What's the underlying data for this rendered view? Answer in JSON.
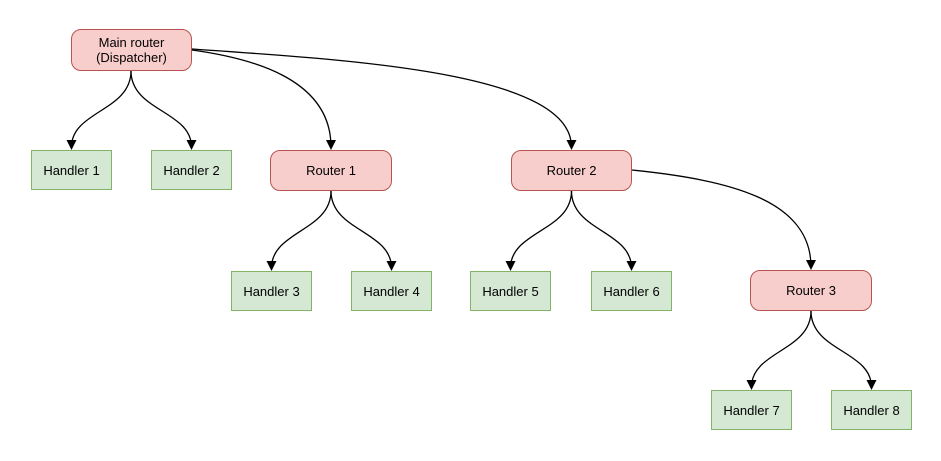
{
  "diagram": {
    "nodes": {
      "main_router": {
        "label": "Main router\n(Dispatcher)",
        "kind": "router"
      },
      "handler1": {
        "label": "Handler 1",
        "kind": "handler"
      },
      "handler2": {
        "label": "Handler 2",
        "kind": "handler"
      },
      "router1": {
        "label": "Router 1",
        "kind": "router"
      },
      "router2": {
        "label": "Router 2",
        "kind": "router"
      },
      "handler3": {
        "label": "Handler 3",
        "kind": "handler"
      },
      "handler4": {
        "label": "Handler 4",
        "kind": "handler"
      },
      "handler5": {
        "label": "Handler 5",
        "kind": "handler"
      },
      "handler6": {
        "label": "Handler 6",
        "kind": "handler"
      },
      "router3": {
        "label": "Router 3",
        "kind": "router"
      },
      "handler7": {
        "label": "Handler 7",
        "kind": "handler"
      },
      "handler8": {
        "label": "Handler 8",
        "kind": "handler"
      }
    },
    "edges": [
      {
        "from": "main_router",
        "to": "handler1"
      },
      {
        "from": "main_router",
        "to": "handler2"
      },
      {
        "from": "main_router",
        "to": "router1"
      },
      {
        "from": "main_router",
        "to": "router2"
      },
      {
        "from": "router1",
        "to": "handler3"
      },
      {
        "from": "router1",
        "to": "handler4"
      },
      {
        "from": "router2",
        "to": "handler5"
      },
      {
        "from": "router2",
        "to": "handler6"
      },
      {
        "from": "router2",
        "to": "router3"
      },
      {
        "from": "router3",
        "to": "handler7"
      },
      {
        "from": "router3",
        "to": "handler8"
      }
    ]
  },
  "colors": {
    "router_fill": "#f8cecc",
    "router_stroke": "#b85450",
    "handler_fill": "#d5e8d4",
    "handler_stroke": "#82b366",
    "edge_stroke": "#000000",
    "background": "#ffffff"
  }
}
